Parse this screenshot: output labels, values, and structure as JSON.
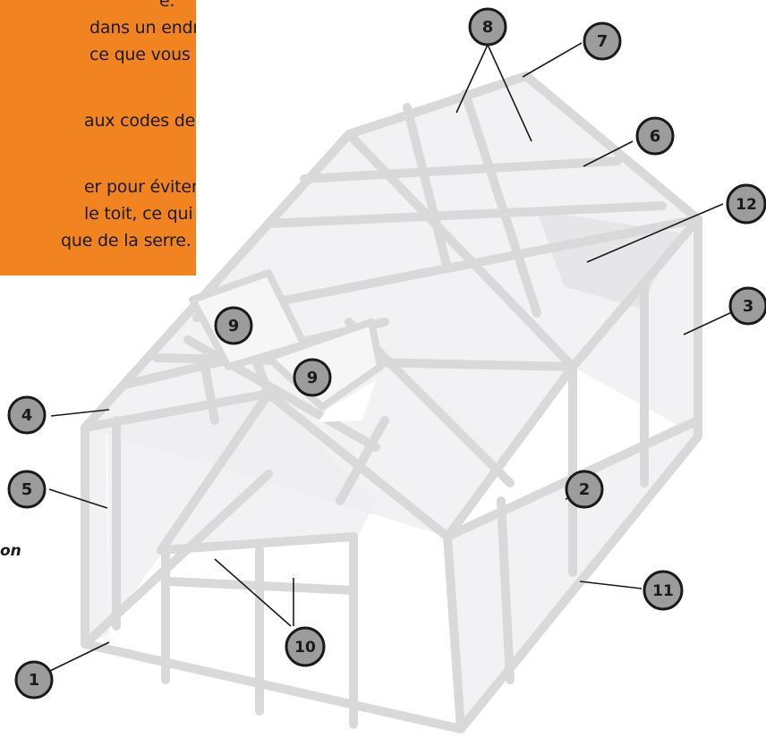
{
  "colors": {
    "note_box": "#F18421",
    "frame": "#D9D9D9",
    "panel": "#EEEEF0",
    "callout_fill": "#9C9C9C",
    "callout_stroke": "#1A1A1A"
  },
  "note_lines": [
    "e.",
    "dans un endroit",
    "ce que vous",
    "aux codes de",
    "er pour éviter",
    "le toit, ce qui",
    "que de la serre."
  ],
  "side_word": "on",
  "callouts": [
    "1",
    "2",
    "3",
    "4",
    "5",
    "6",
    "7",
    "8",
    "9",
    "9",
    "10",
    "11",
    "12"
  ]
}
